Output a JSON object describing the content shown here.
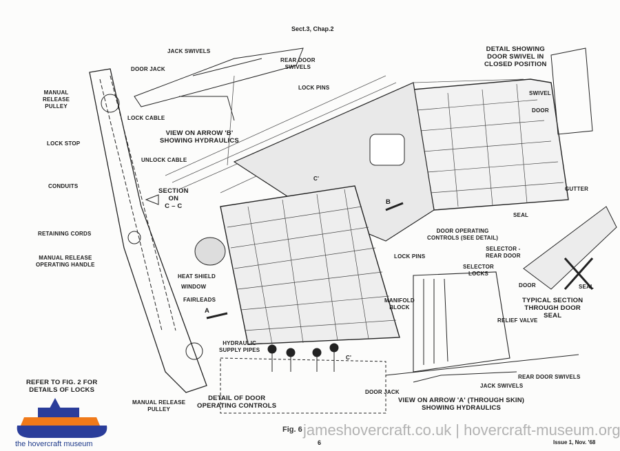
{
  "header": {
    "section": "Sect.3, Chap.2"
  },
  "labels": {
    "jack_swivels_top": "JACK SWIVELS",
    "door_jack_top": "DOOR JACK",
    "rear_door_swivels_top": "REAR DOOR\nSWIVELS",
    "manual_release_pulley_top": "MANUAL\nRELEASE\nPULLEY",
    "lock_cable": "LOCK CABLE",
    "lock_stop": "LOCK STOP",
    "view_arrow_b": "VIEW ON ARROW 'B'\nSHOWING HYDRAULICS",
    "unlock_cable": "UNLOCK CABLE",
    "lock_pins_top": "LOCK PINS",
    "detail_swivel": "DETAIL SHOWING\nDOOR SWIVEL IN\nCLOSED POSITION",
    "swivel": "SWIVEL",
    "door_detail": "DOOR",
    "conduits": "CONDUITS",
    "section_cc": "SECTION\nON\nC – C",
    "gutter": "GUTTER",
    "seal_right": "SEAL",
    "retaining_cords": "RETAINING CORDS",
    "manual_release_handle": "MANUAL RELEASE\nOPERATING HANDLE",
    "heat_shield": "HEAT SHIELD",
    "window": "WINDOW",
    "lock_pins_mid": "LOCK PINS",
    "door_operating_controls": "DOOR OPERATING\nCONTROLS (SEE DETAIL)",
    "selector_rear_door": "SELECTOR -\nREAR DOOR",
    "selector_locks": "SELECTOR\nLOCKS",
    "door_section": "DOOR",
    "seal_section": "SEAL",
    "typical_section": "TYPICAL SECTION\nTHROUGH DOOR\nSEAL",
    "fairleads": "FAIRLEADS",
    "manifold_block": "MANIFOLD\nBLOCK",
    "relief_valve": "RELIEF VALVE",
    "hydraulic_supply_pipes": "HYDRAULIC\nSUPPLY PIPES",
    "rear_door_swivels_bottom": "REAR DOOR SWIVELS",
    "jack_swivels_bottom": "JACK SWIVELS",
    "door_jack_bottom": "DOOR JACK",
    "refer_fig2": "REFER TO FIG. 2 FOR\nDETAILS OF LOCKS",
    "manual_release_pulley_bottom": "MANUAL RELEASE\nPULLEY",
    "detail_controls": "DETAIL OF DOOR\nOPERATING CONTROLS",
    "view_arrow_a": "VIEW ON ARROW 'A' (THROUGH SKIN)\nSHOWING HYDRAULICS",
    "arrow_a": "A",
    "arrow_b": "B",
    "c_prime_top": "C'",
    "c_prime_bottom": "C'"
  },
  "footer": {
    "caption": "Fig. 6",
    "page_number": "6",
    "issue": "Issue 1, Nov. '68",
    "watermark": "jameshovercraft.co.uk | hovercraft-museum.org",
    "logo_text": "the hovercraft museum"
  },
  "colors": {
    "logo_orange": "#f07a1a",
    "logo_blue": "#2a3d9a"
  }
}
